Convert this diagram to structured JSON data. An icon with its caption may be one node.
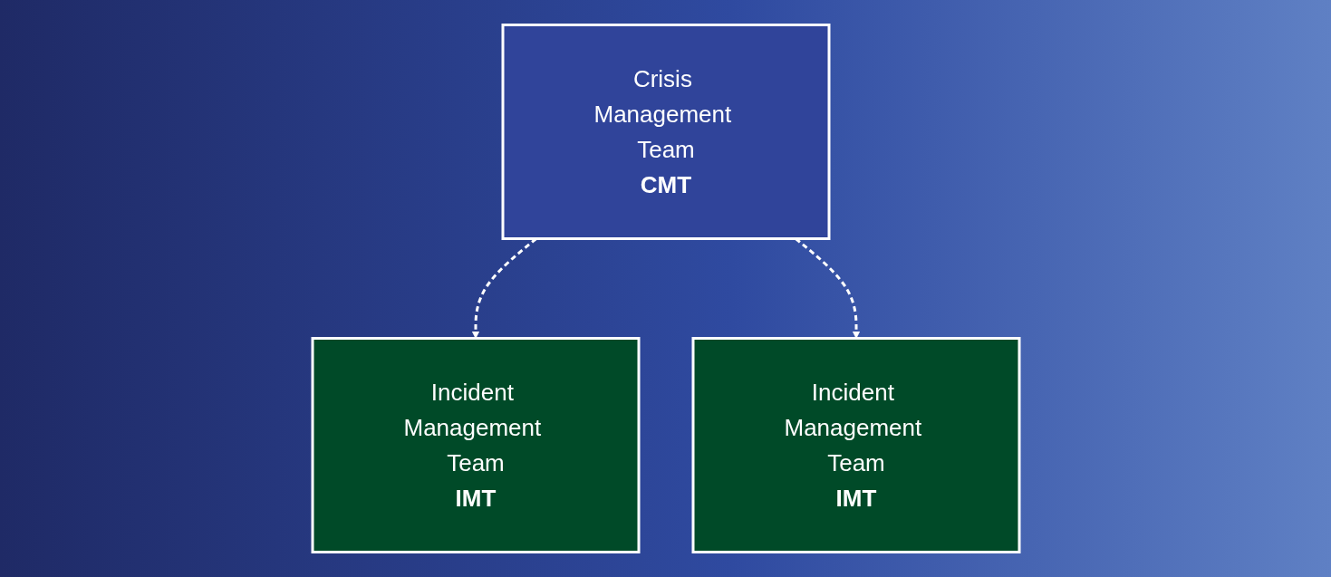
{
  "diagram": {
    "nodes": [
      {
        "text": [
          "Crisis Management Team",
          "CMT"
        ]
      },
      {
        "text": [
          "Incident Management Team",
          "IMT"
        ]
      },
      {
        "text": [
          "Incident Management Team",
          "IMT"
        ]
      }
    ],
    "edges": [
      {
        "from": 0,
        "to": 1,
        "arrow": "to",
        "style": "dashed"
      },
      {
        "from": 0,
        "to": 2,
        "arrow": "to",
        "style": "dashed"
      }
    ]
  }
}
